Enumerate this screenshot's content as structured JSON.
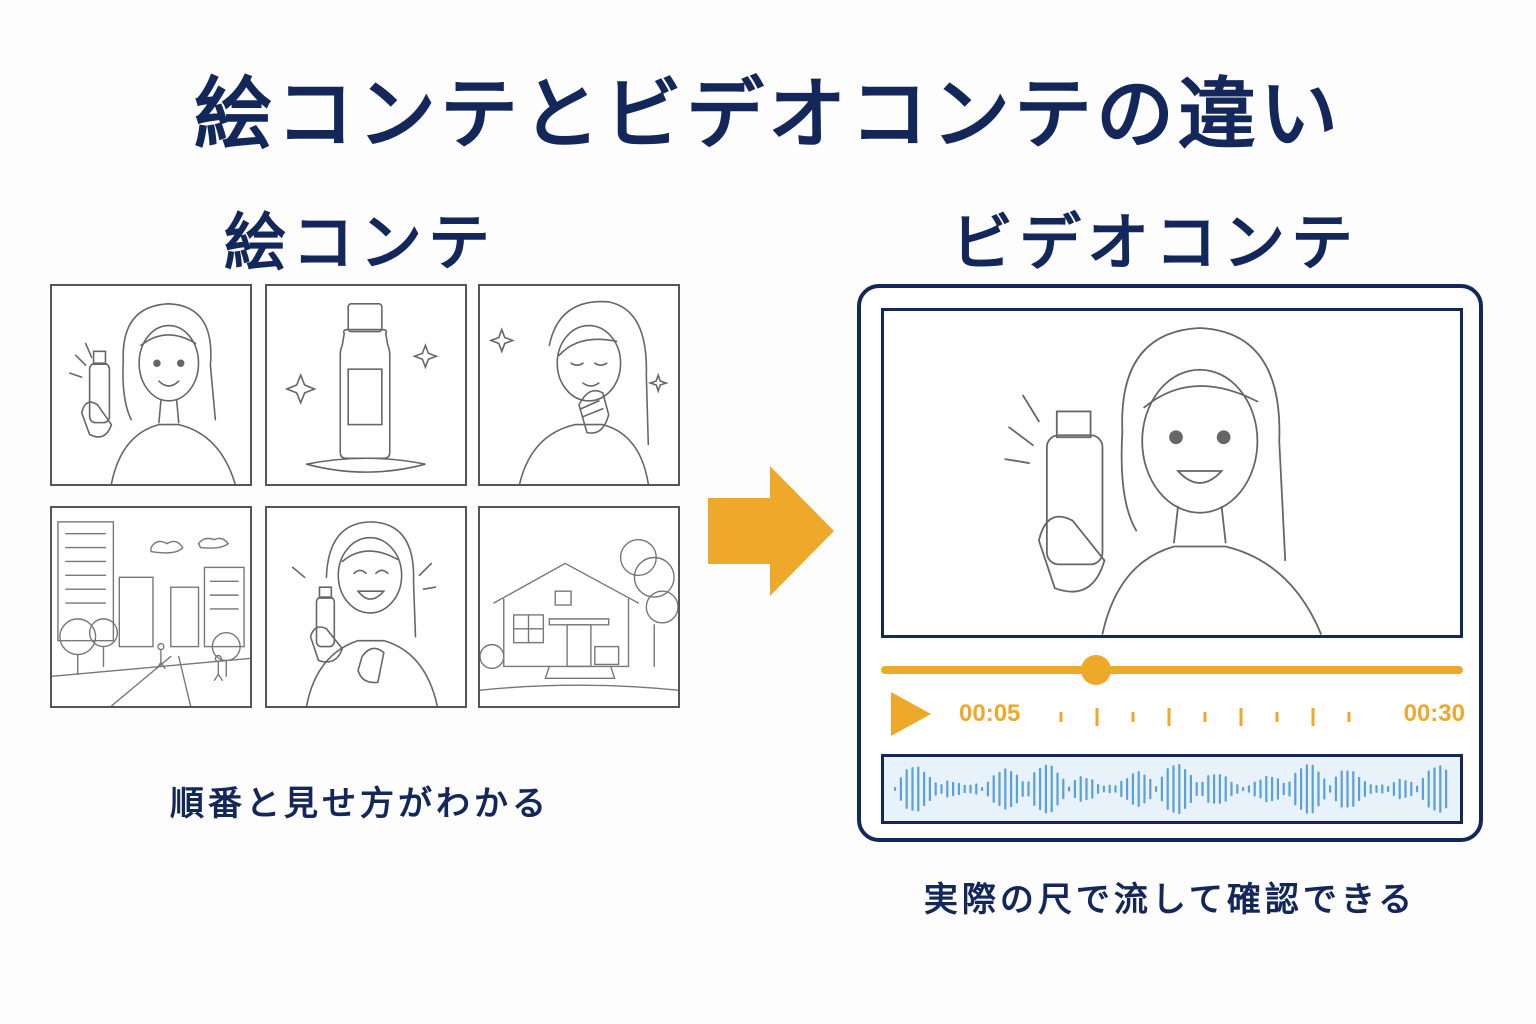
{
  "title": "絵コンテとビデオコンテの違い",
  "left": {
    "heading": "絵コンテ",
    "caption": "順番と見せ方がわかる",
    "panels": [
      {
        "name": "woman-holding-bottle"
      },
      {
        "name": "bottle-closeup"
      },
      {
        "name": "woman-touching-face"
      },
      {
        "name": "city-street"
      },
      {
        "name": "woman-smiling"
      },
      {
        "name": "house"
      }
    ]
  },
  "right": {
    "heading": "ビデオコンテ",
    "caption": "実際の尺で流して確認できる",
    "player": {
      "current_time": "00:05",
      "total_time": "00:30",
      "progress": 0.37
    }
  },
  "colors": {
    "navy": "#14275a",
    "accent": "#efa92a",
    "waveform": "#5ba0d8"
  },
  "icons": {
    "arrow": "arrow-right-icon",
    "play": "play-icon"
  }
}
